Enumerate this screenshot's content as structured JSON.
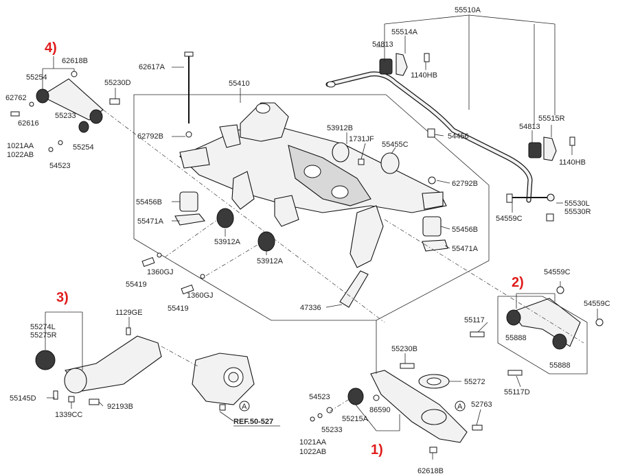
{
  "callouts": {
    "c1": "1)",
    "c2": "2)",
    "c3": "3)",
    "c4": "4)"
  },
  "reference": "REF.50-527",
  "circle_marker": "A",
  "labels": {
    "p55510A": "55510A",
    "p55514A": "55514A",
    "p54813_top": "54813",
    "p1140HB_top": "1140HB",
    "p62617A": "62617A",
    "p55410": "55410",
    "p62792B_left": "62792B",
    "p55456B_left": "55456B",
    "p55471A_left": "55471A",
    "p53912A_mid": "53912A",
    "p53912A_low": "53912A",
    "p1360GJ_a": "1360GJ",
    "p1360GJ_b": "1360GJ",
    "p55419_a": "55419",
    "p55419_b": "55419",
    "p53912B": "53912B",
    "p1731JF": "1731JF",
    "p55455C": "55455C",
    "p54456": "54456",
    "p62792B_right": "62792B",
    "p55456B_right": "55456B",
    "p55471A_right": "55471A",
    "p47336": "47336",
    "p54813_right": "54813",
    "p55515R": "55515R",
    "p1140HB_right": "1140HB",
    "p54559C_left": "54559C",
    "p55530L": "55530L",
    "p55530R": "55530R",
    "p62618B_top": "62618B",
    "p55254_top": "55254",
    "p55230D": "55230D",
    "p62762": "62762",
    "p62616": "62616",
    "p55233_top": "55233",
    "p1021AA_top": "1021AA",
    "p1022AB_top": "1022AB",
    "p55254_low": "55254",
    "p54523_top": "54523",
    "p55274L": "55274L",
    "p55275R": "55275R",
    "p1129GE": "1129GE",
    "p55145D": "55145D",
    "p1339CC": "1339CC",
    "p92193B": "92193B",
    "p54559C_top": "54559C",
    "p54559C_right": "54559C",
    "p55117": "55117",
    "p55888_a": "55888",
    "p55888_b": "55888",
    "p55117D": "55117D",
    "p55230B": "55230B",
    "p55272": "55272",
    "p54523_low": "54523",
    "p86590": "86590",
    "p52763": "52763",
    "p55233_low": "55233",
    "p55215A": "55215A",
    "p1021AA_low": "1021AA",
    "p1022AB_low": "1022AB",
    "p62618B_low": "62618B"
  }
}
